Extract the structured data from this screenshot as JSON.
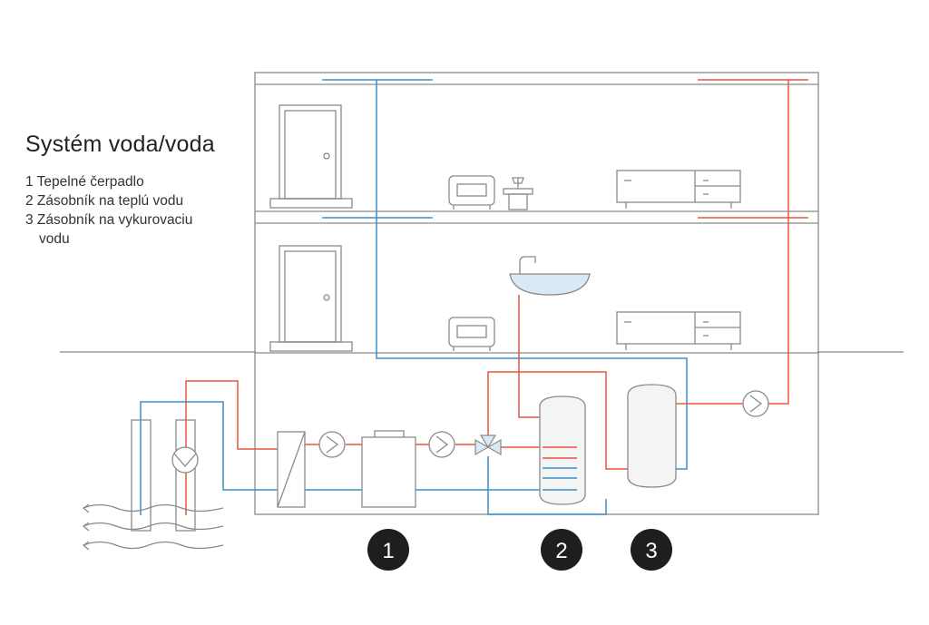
{
  "title": "Systém voda/voda",
  "legend": [
    {
      "text": "1 Tepelné čerpadlo"
    },
    {
      "text": "2 Zásobník na teplú vodu"
    },
    {
      "text": "3 Zásobník na vykurovaciu"
    },
    {
      "text": "vodu"
    }
  ],
  "badges": [
    {
      "label": "1"
    },
    {
      "label": "2"
    },
    {
      "label": "3"
    }
  ],
  "colors": {
    "hot": "#e8553f",
    "cold": "#3a8fc9",
    "outline": "#8a8a8a",
    "badge": "#1e1e1e"
  }
}
